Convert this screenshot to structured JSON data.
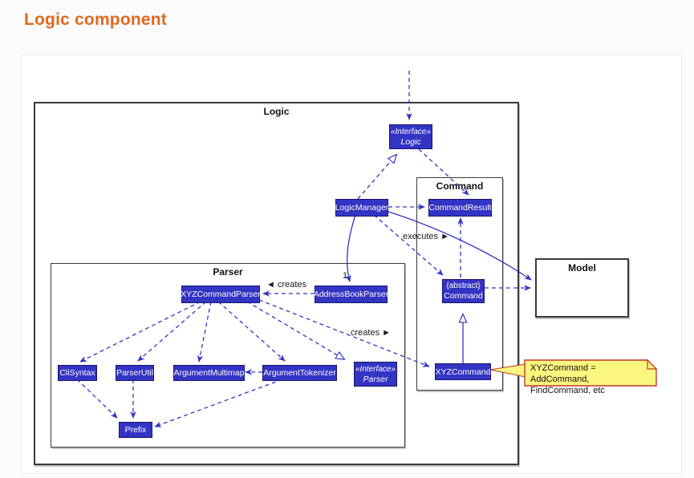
{
  "page": {
    "title": "Logic component"
  },
  "frames": {
    "logic": {
      "label": "Logic"
    },
    "command": {
      "label": "Command"
    },
    "parser": {
      "label": "Parser"
    },
    "model": {
      "label": "Model"
    }
  },
  "classes": {
    "logic_interface": {
      "stereotype": "«Interface»",
      "name": "Logic"
    },
    "logic_manager": {
      "name": "LogicManager"
    },
    "command_result": {
      "name": "CommandResult"
    },
    "abstract_command": {
      "stereotype": "{abstract}",
      "name": "Command"
    },
    "xyz_command": {
      "name": "XYZCommand"
    },
    "xyz_command_parser": {
      "name": "XYZCommandParser"
    },
    "address_book_parser": {
      "name": "AddressBookParser"
    },
    "cli_syntax": {
      "name": "CliSyntax"
    },
    "parser_util": {
      "name": "ParserUtil"
    },
    "argument_multimap": {
      "name": "ArgumentMultimap"
    },
    "argument_tokenizer": {
      "name": "ArgumentTokenizer"
    },
    "parser_interface": {
      "stereotype": "«Interface»",
      "name": "Parser"
    },
    "prefix": {
      "name": "Prefix"
    }
  },
  "edge_labels": {
    "abp_creates": "◄ creates",
    "xcp_creates": "creates ►",
    "executes": "executes ►",
    "multiplicity": "1"
  },
  "note": {
    "line1": "XYZCommand = AddCommand,",
    "line2": "FindCommand, etc"
  },
  "colors": {
    "title": "#E2681C",
    "class_fill": "#3333C4",
    "class_border": "#16166B",
    "arrow": "#3333C4",
    "note_fill": "#FBF67D",
    "note_border": "#C0392B",
    "frame_border": "#3A3A3A"
  }
}
